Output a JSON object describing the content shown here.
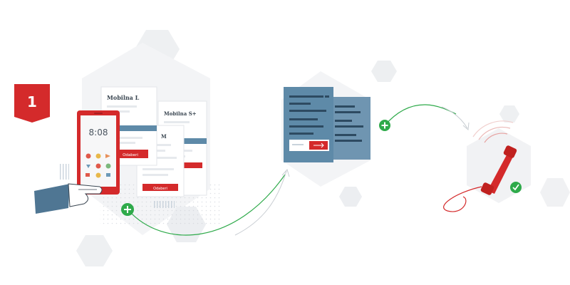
{
  "step": {
    "number": "1",
    "color": "#d42a2b"
  },
  "phone": {
    "time": "8:08",
    "color": "#d42a2b"
  },
  "plan_cards": [
    {
      "title": "Mobilna L",
      "button_label": "Odaberi"
    },
    {
      "title": "Mobilna S+",
      "button_label": ""
    },
    {
      "title": "M",
      "button_label": "Odaberi"
    }
  ],
  "forms": {
    "color": "#5e8aa8"
  },
  "connectors": {
    "plus_color": "#2eaa4a",
    "line_color": "#2eaa4a"
  },
  "call": {
    "handset_color": "#d42a2b",
    "status": "check-icon"
  },
  "icons": [
    "plus-icon",
    "check-icon",
    "handset-icon",
    "arrow-right-icon",
    "hand-icon"
  ]
}
